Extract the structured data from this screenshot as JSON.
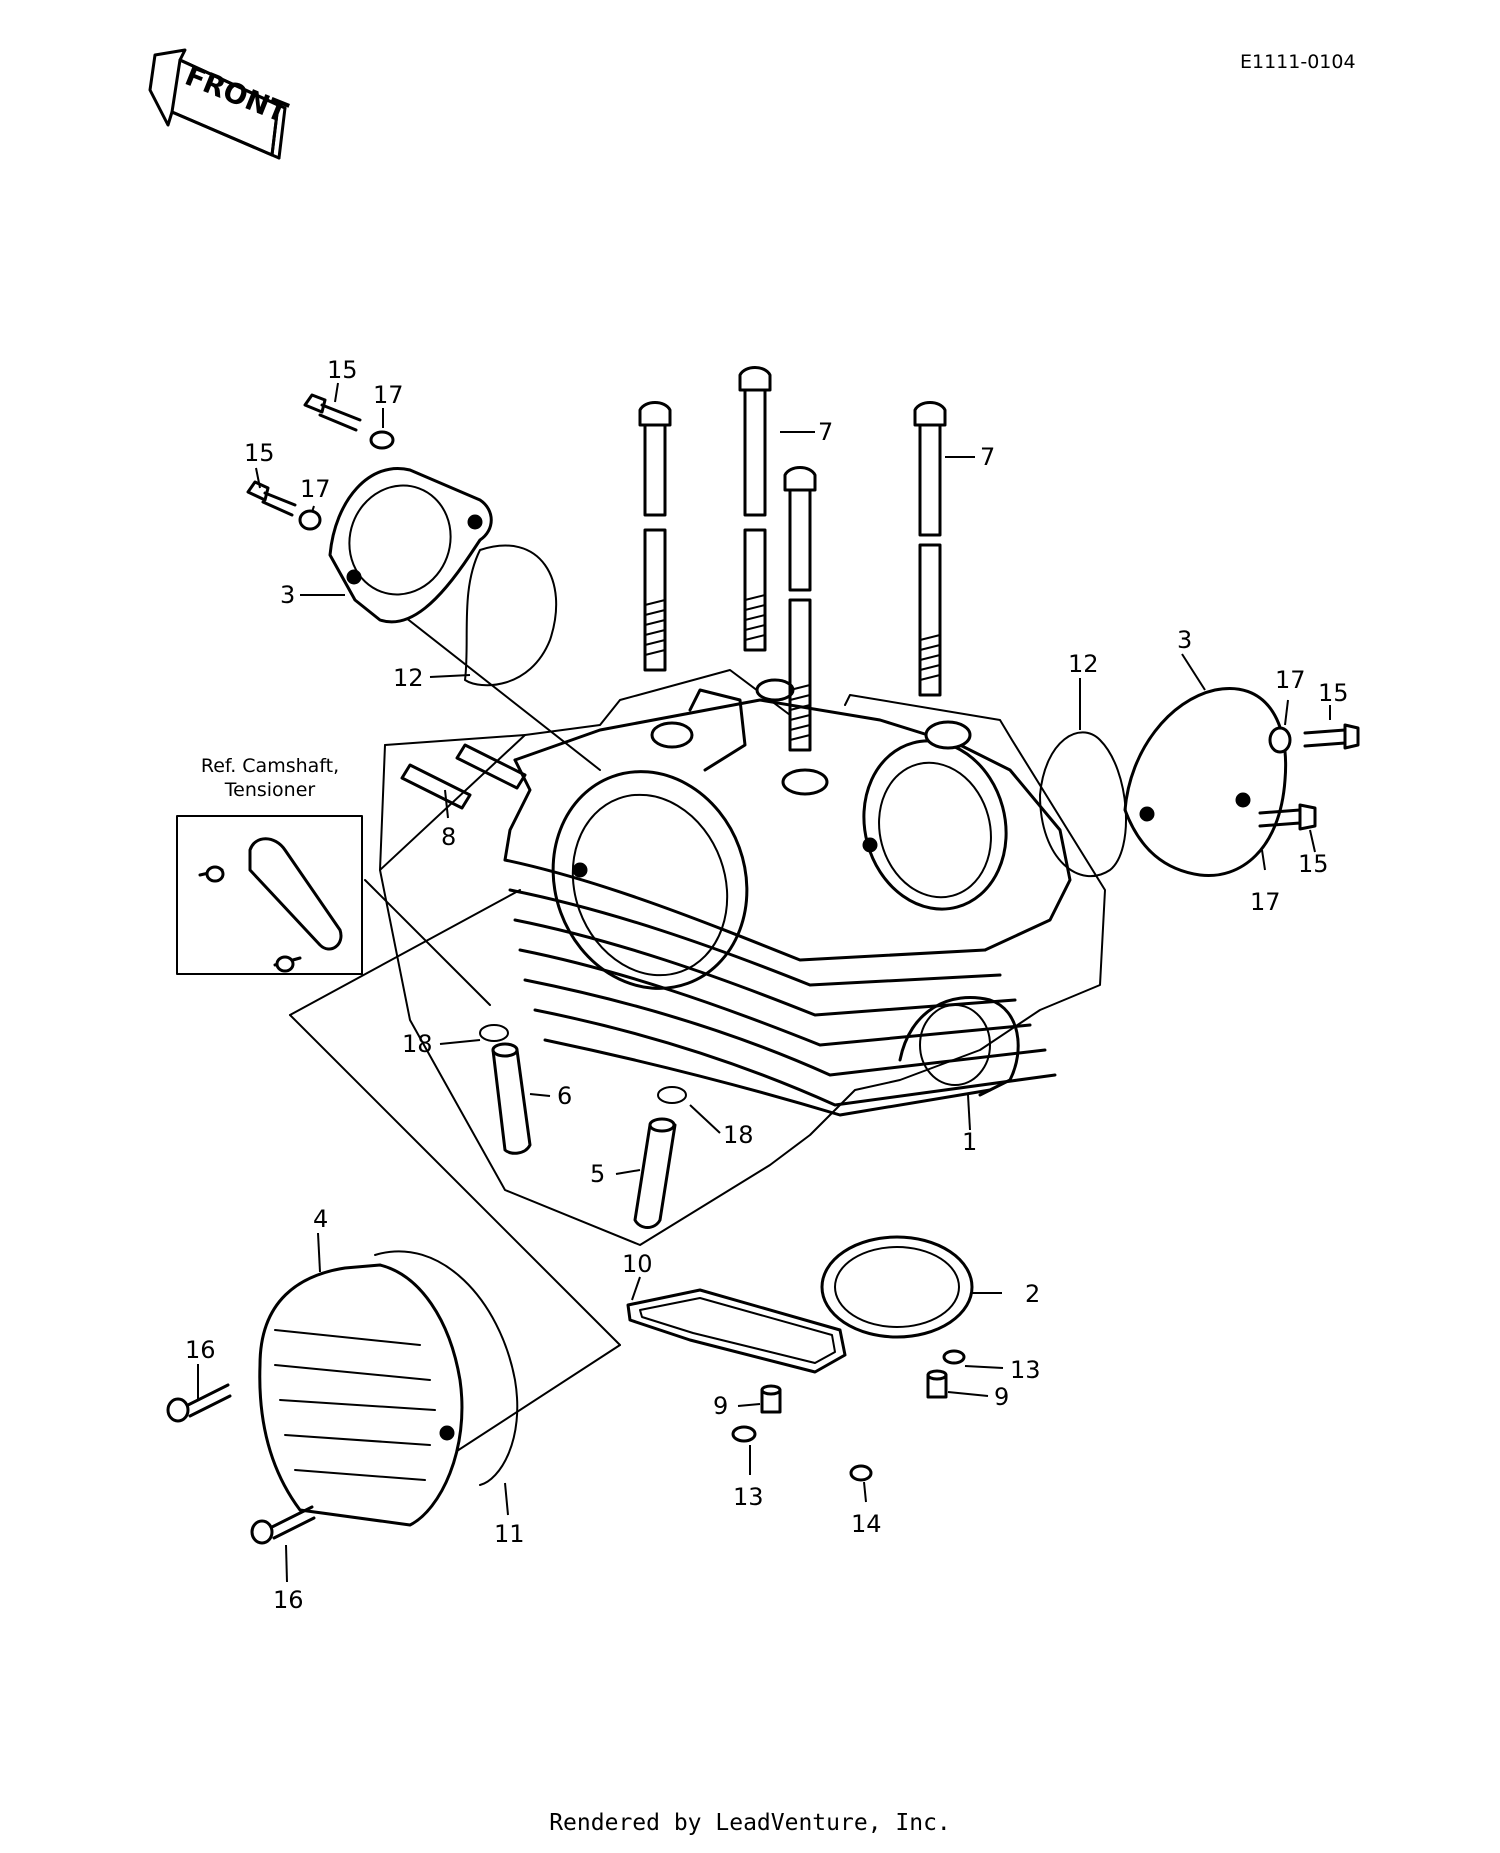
{
  "drawing_code": "E1111-0104",
  "front_arrow_label": "FRONT",
  "reference_box": {
    "line1": "Ref. Camshaft,",
    "line2": "Tensioner"
  },
  "footer": "Rendered by LeadVenture, Inc.",
  "callouts": {
    "c15a": "15",
    "c17a": "17",
    "c15b": "15",
    "c17b": "17",
    "c3a": "3",
    "c12a": "12",
    "c7a": "7",
    "c7b": "7",
    "c8": "8",
    "c12b": "12",
    "c3b": "3",
    "c17c": "17",
    "c15c": "15",
    "c15d": "15",
    "c17d": "17",
    "c18a": "18",
    "c6": "6",
    "c18b": "18",
    "c5": "5",
    "c1": "1",
    "c4": "4",
    "c16a": "16",
    "c11": "11",
    "c16b": "16",
    "c10": "10",
    "c2": "2",
    "c13a": "13",
    "c9a": "9",
    "c9b": "9",
    "c13b": "13",
    "c14": "14"
  }
}
